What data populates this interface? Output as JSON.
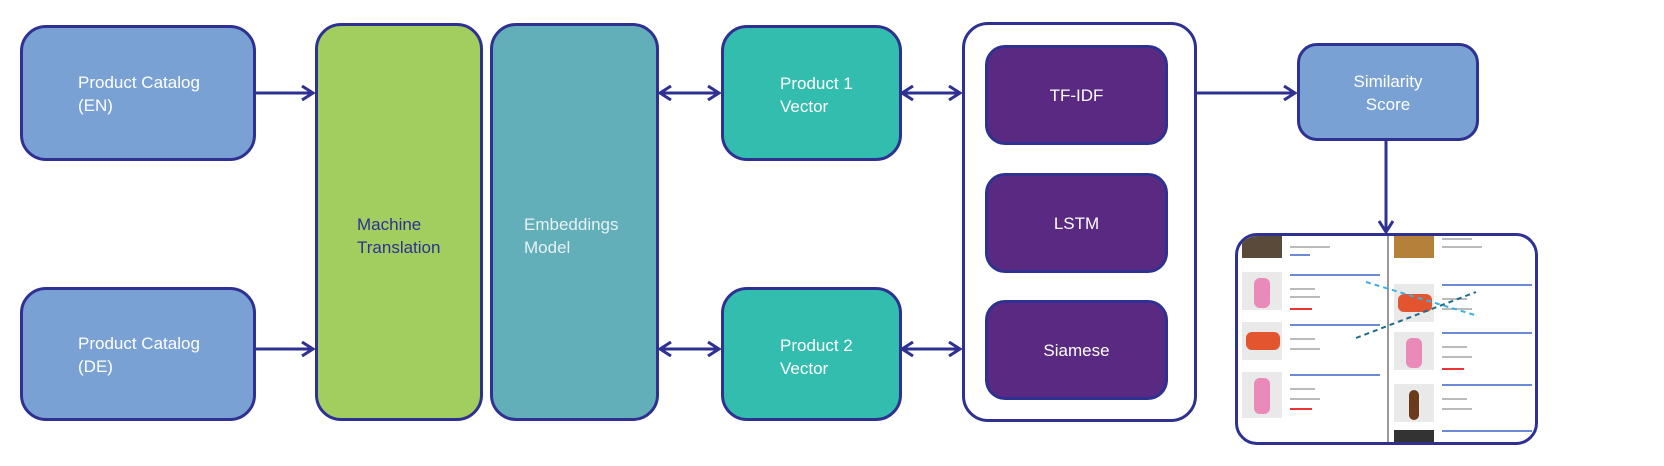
{
  "nodes": {
    "catalog_en": "Product Catalog\n(EN)",
    "catalog_de": "Product Catalog\n(DE)",
    "machine_translation": "Machine\nTranslation",
    "embeddings_model": "Embeddings\nModel",
    "product1_vector": "Product 1\nVector",
    "product2_vector": "Product 2\nVector",
    "tfidf": "TF-IDF",
    "lstm": "LSTM",
    "siamese": "Siamese",
    "similarity_score": "Similarity\nScore"
  },
  "colors": {
    "stroke": "#2e3192",
    "catalog": "#7aa1d3",
    "machine_translation": "#a2cd5f",
    "embeddings": "#62aeb9",
    "vector": "#33bdae",
    "model": "#5a2a82",
    "similarity": "#7aa1d3"
  },
  "screenshot": {
    "description_icon": "product-listing-screenshot"
  }
}
